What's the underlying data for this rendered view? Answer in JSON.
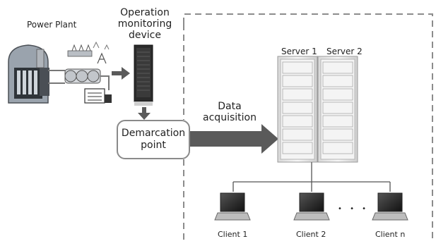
{
  "labels": {
    "power_plant": "Power Plant",
    "operation_device_line1": "Operation",
    "operation_device_line2": "monitoring",
    "operation_device_line3": "device",
    "demarcation_line1": "Demarcation",
    "demarcation_line2": "point",
    "data_acq_line1": "Data",
    "data_acq_line2": "acquisition",
    "server1": "Server 1",
    "server2": "Server 2",
    "client1": "Client 1",
    "client2": "Client 2",
    "client_n": "Client n",
    "ellipsis": "• • •"
  },
  "colors": {
    "dashed_border": "#8c8c8c",
    "arrow": "#5a5a5a",
    "rack_dark": "#2b2b2b",
    "server_body": "#f0f0f0"
  },
  "icons": {
    "power_plant": "power-plant-icon",
    "monitor_device": "server-rack-icon",
    "servers": "server-cabinet-icon",
    "clients": "laptop-icon"
  }
}
